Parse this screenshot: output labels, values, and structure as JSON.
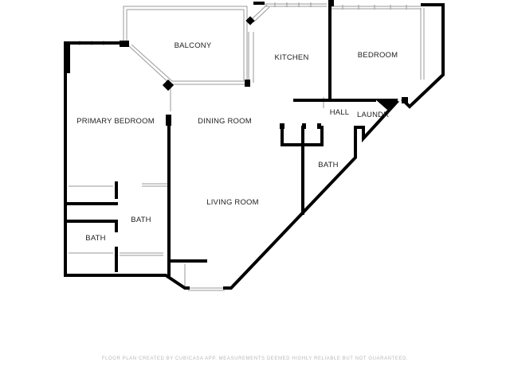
{
  "rooms": {
    "balcony": "BALCONY",
    "kitchen": "KITCHEN",
    "bedroom": "BEDROOM",
    "primary_bedroom": "PRIMARY BEDROOM",
    "dining_room": "DINING ROOM",
    "hall": "HALL",
    "laundry": "LAUNDRY",
    "bath_center": "BATH",
    "living_room": "LIVING ROOM",
    "bath_upper": "BATH",
    "bath_lower": "BATH"
  },
  "footer": "FLOOR PLAN CREATED BY CUBICASA APP. MEASUREMENTS DEEMED HIGHLY RELIABLE BUT NOT GUARANTEED.",
  "colors": {
    "wall": "#000000",
    "window": "#9a9a9a",
    "text": "#222222",
    "footer": "#b9b9b9"
  }
}
